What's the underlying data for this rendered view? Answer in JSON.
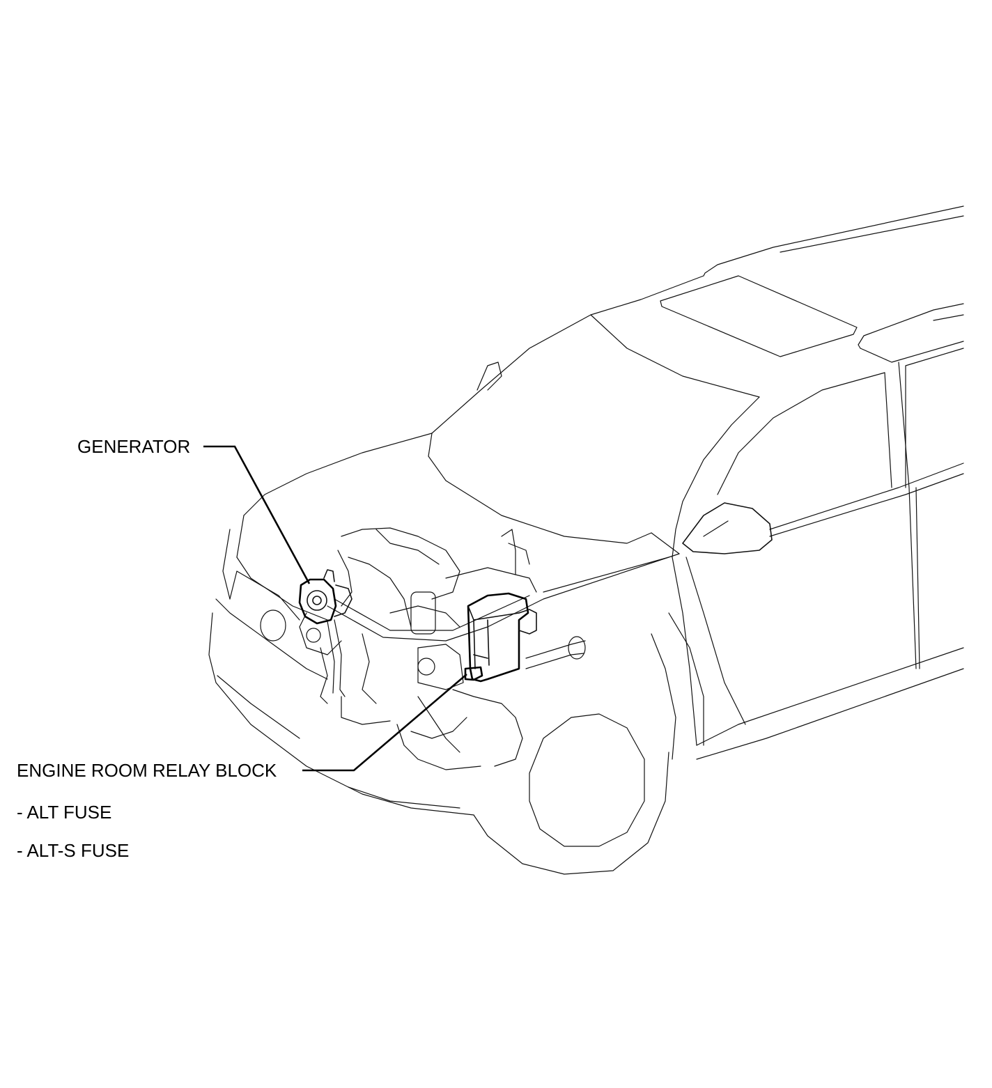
{
  "callouts": {
    "generator": "GENERATOR",
    "engine_room_relay_block": "ENGINE ROOM RELAY BLOCK",
    "fuses": [
      "- ALT FUSE",
      "- ALT-S FUSE"
    ]
  }
}
